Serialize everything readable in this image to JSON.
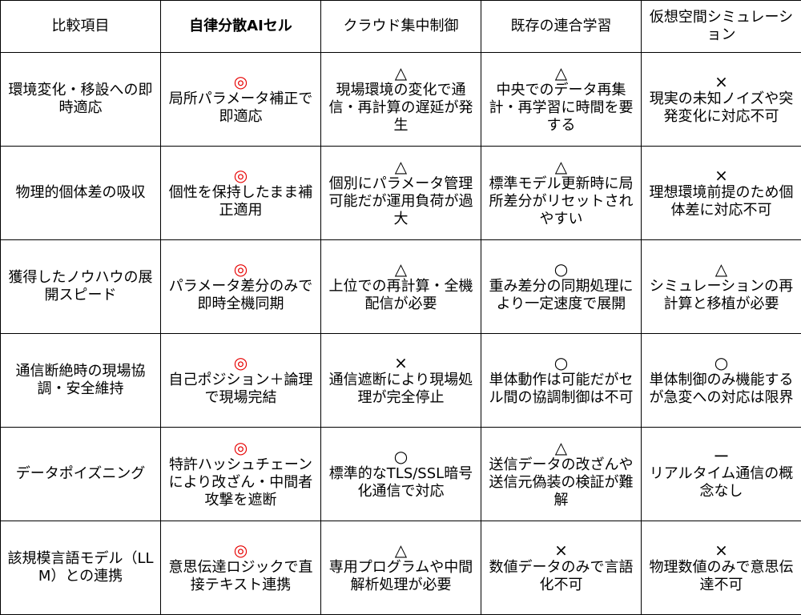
{
  "headers": [
    "比較項目",
    "自律分散AIセル",
    "クラウド集中制御",
    "既存の連合学習",
    "仮想空間シミュレーション"
  ],
  "rows": [
    {
      "label": "環境変化・移設への即時適応",
      "cells": [
        {
          "mark": "◎",
          "text": "局所パラメータ補正で即適応"
        },
        {
          "mark": "△",
          "text": "現場環境の変化で通信・再計算の遅延が発生"
        },
        {
          "mark": "△",
          "text": "中央でのデータ再集計・再学習に時間を要する"
        },
        {
          "mark": "×",
          "text": "現実の未知ノイズや突発変化に対応不可"
        }
      ]
    },
    {
      "label": "物理的個体差の吸収",
      "cells": [
        {
          "mark": "◎",
          "text": "個性を保持したまま補正適用"
        },
        {
          "mark": "△",
          "text": "個別にパラメータ管理可能だが運用負荷が過大"
        },
        {
          "mark": "△",
          "text": "標準モデル更新時に局所差分がリセットされやすい"
        },
        {
          "mark": "×",
          "text": "理想環境前提のため個体差に対応不可"
        }
      ]
    },
    {
      "label": "獲得したノウハウの展開スピード",
      "cells": [
        {
          "mark": "◎",
          "text": "パラメータ差分のみで即時全機同期"
        },
        {
          "mark": "△",
          "text": "上位での再計算・全機配信が必要"
        },
        {
          "mark": "○",
          "text": "重み差分の同期処理により一定速度で展開"
        },
        {
          "mark": "△",
          "text": "シミュレーションの再計算と移植が必要"
        }
      ]
    },
    {
      "label": "通信断絶時の現場協調・安全維持",
      "cells": [
        {
          "mark": "◎",
          "text": "自己ポジション＋論理で現場完結"
        },
        {
          "mark": "×",
          "text": "通信遮断により現場処理が完全停止"
        },
        {
          "mark": "○",
          "text": "単体動作は可能だがセル間の協調制御は不可"
        },
        {
          "mark": "○",
          "text": "単体制御のみ機能するが急変への対応は限界"
        }
      ]
    },
    {
      "label": "データポイズニング",
      "cells": [
        {
          "mark": "◎",
          "text": "特許ハッシュチェーンにより改ざん・中間者攻撃を遮断"
        },
        {
          "mark": "○",
          "text": "標準的なTLS/SSL暗号化通信で対応"
        },
        {
          "mark": "△",
          "text": "送信データの改ざんや送信元偽装の検証が難解"
        },
        {
          "mark": "ー",
          "text": "リアルタイム通信の概念なし"
        }
      ]
    },
    {
      "label": "該規模言語モデル（LLM）との連携",
      "cells": [
        {
          "mark": "◎",
          "text": "意思伝達ロジックで直接テキスト連携"
        },
        {
          "mark": "△",
          "text": "専用プログラムや中間解析処理が必要"
        },
        {
          "mark": "×",
          "text": "数値データのみで言語化不可"
        },
        {
          "mark": "×",
          "text": "物理数値のみで意思伝達不可"
        }
      ]
    }
  ]
}
